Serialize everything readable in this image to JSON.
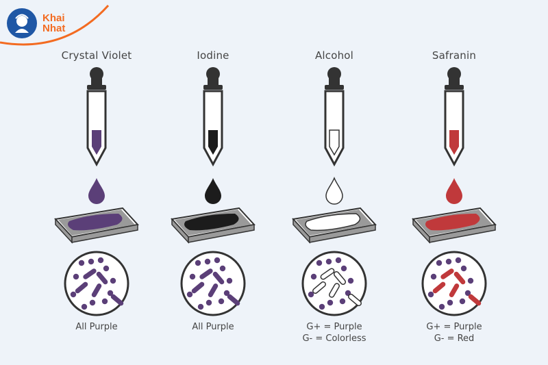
{
  "brand": {
    "line1": "Khai",
    "line2": "Nhat",
    "brand_color": "#f36b21",
    "mark_color": "#1f57a5"
  },
  "colors": {
    "purple": "#5b3f78",
    "black": "#1c1c1c",
    "red": "#c0393b",
    "outline": "#333333",
    "slide": "#9a9a9a"
  },
  "steps": [
    {
      "title": "Crystal Violet",
      "reagent_color": "#5b3f78",
      "fill": "full",
      "result": [
        "All Purple"
      ],
      "micro": "stain-all-purple"
    },
    {
      "title": "Iodine",
      "reagent_color": "#1c1c1c",
      "fill": "full",
      "result": [
        "All Purple"
      ],
      "micro": "stain-all-purple"
    },
    {
      "title": "Alcohol",
      "reagent_color": "#ffffff",
      "fill": "clear",
      "result": [
        "G+ = Purple",
        "G- = Colorless"
      ],
      "micro": "rods-colorless"
    },
    {
      "title": "Safranin",
      "reagent_color": "#c0393b",
      "fill": "full",
      "result": [
        "G+ = Purple",
        "G- = Red"
      ],
      "micro": "rods-red"
    }
  ]
}
